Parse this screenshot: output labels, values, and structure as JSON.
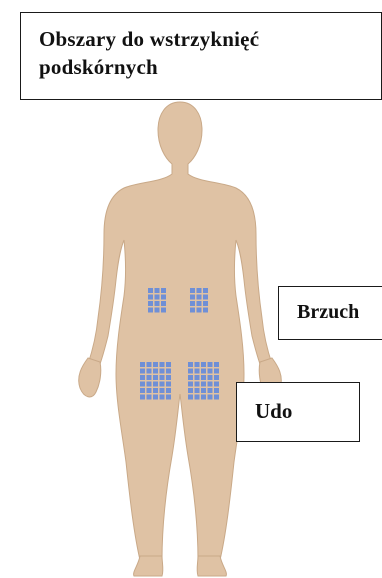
{
  "title": {
    "line1": "Obszary do wstrzyknięć",
    "line2": "podskórnych"
  },
  "labels": {
    "abdomen": "Brzuch",
    "thigh": "Udo"
  },
  "colors": {
    "skin": "#dfc2a4",
    "injection_grid": "#6f8fd6",
    "border": "#1a1a1a"
  },
  "icons": {
    "figure": "human-body-front-icon",
    "injection_area": "injection-grid-icon"
  }
}
